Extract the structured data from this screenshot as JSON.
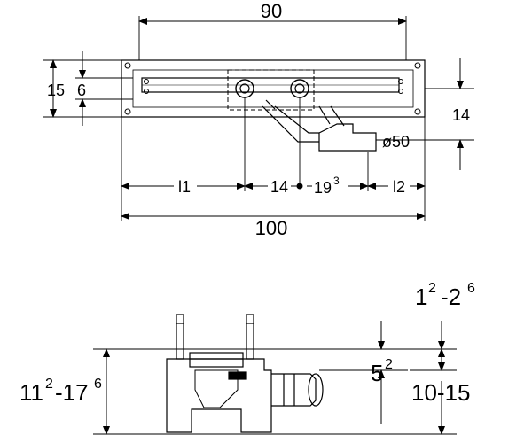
{
  "top_view": {
    "dim_top": "90",
    "dim_outer_left": "15",
    "dim_inner_left": "6",
    "dim_right": "14",
    "pipe_diameter": "ø50",
    "dim_l1": "l1",
    "dim_mid": "14",
    "dim_19_base": "19",
    "dim_19_sup": "3",
    "dim_l2": "l2",
    "dim_bottom": "100"
  },
  "side_view": {
    "range_top_a": "1",
    "range_top_a_sup": "2",
    "range_top_dash": "-2",
    "range_top_b_sup": "6",
    "left_a": "11",
    "left_a_sup": "2",
    "left_dash": "-17",
    "left_b_sup": "6",
    "mid_base": "5",
    "mid_sup": "2",
    "right_range": "10-15"
  }
}
